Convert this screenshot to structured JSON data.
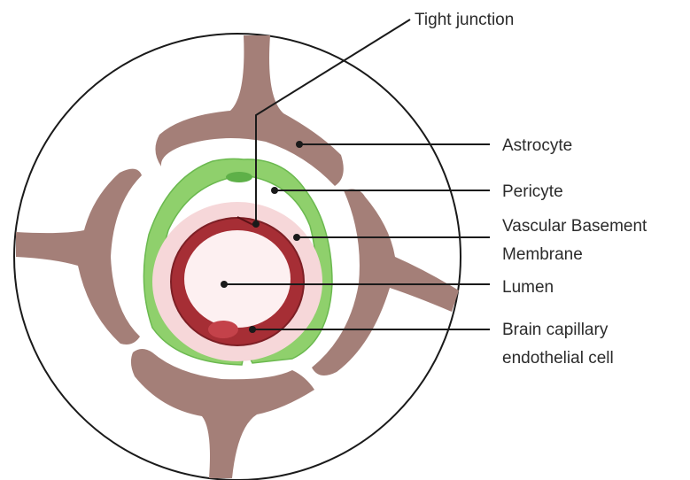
{
  "labels": {
    "tight_junction": "Tight junction",
    "astrocyte": "Astrocyte",
    "pericyte": "Pericyte",
    "basement_line1": "Vascular Basement",
    "basement_line2": "Membrane",
    "lumen": "Lumen",
    "endothelial_line1": "Brain capillary",
    "endothelial_line2": "endothelial cell"
  },
  "colors": {
    "outline": "#1a1a1a",
    "astrocyte": "#a47f78",
    "pericyte": "#8fd06c",
    "pericyte_outline": "#6bb94f",
    "pericyte_nucleus": "#5eb048",
    "basement_membrane": "#f6d7d9",
    "endothelium": "#a62e35",
    "endothelium_outline": "#7d1f25",
    "endothelial_nucleus": "#c4424a",
    "lumen": "#fdf0f1",
    "text": "#2b2b2b"
  }
}
